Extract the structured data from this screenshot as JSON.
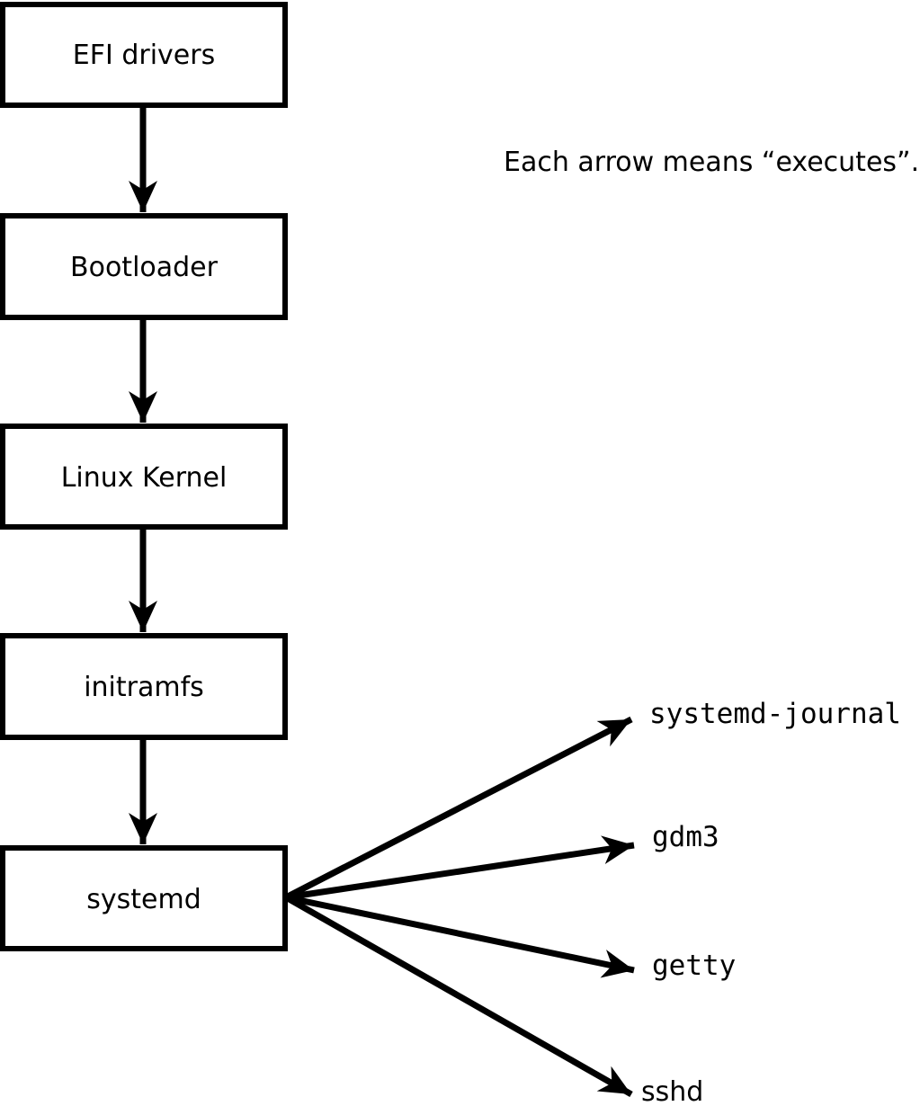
{
  "diagram": {
    "caption": "Each arrow means “executes”.",
    "chain": [
      {
        "label": "EFI drivers"
      },
      {
        "label": "Bootloader"
      },
      {
        "label": "Linux Kernel"
      },
      {
        "label": "initramfs"
      },
      {
        "label": "systemd"
      }
    ],
    "spawned": [
      {
        "label": "systemd-journal"
      },
      {
        "label": "gdm3"
      },
      {
        "label": "getty"
      },
      {
        "label": "sshd"
      }
    ],
    "arrow_meaning": "executes",
    "colors": {
      "stroke": "#000000",
      "box_fill": "#ffffff",
      "background": "#ffffff"
    }
  }
}
